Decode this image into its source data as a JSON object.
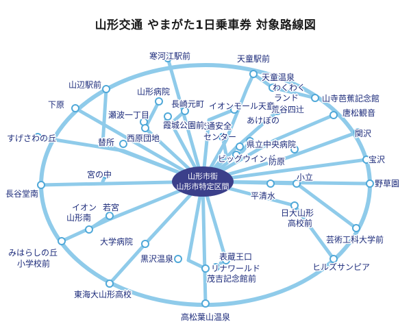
{
  "title": "山形交通 やまがた1日乗車券 対象路線図",
  "center": {
    "line1": "山形市街",
    "line2": "山形市特定区間"
  },
  "colors": {
    "route": "#8fcbea",
    "stop_fill": "#ffffff",
    "stop_stroke": "#4fa8d8",
    "label": "#1b2a7a",
    "center": "#3b3f8a"
  },
  "stops": [
    {
      "label": "寒河江駅前"
    },
    {
      "label": "天童駅前"
    },
    {
      "label": "天童温泉"
    },
    {
      "label": "わくわく"
    },
    {
      "label": "ランド"
    },
    {
      "label": "山寺芭蕉記念館"
    },
    {
      "label": "唐松観音"
    },
    {
      "label": "関沢"
    },
    {
      "label": "宝沢"
    },
    {
      "label": "野草園"
    },
    {
      "label": "芸術工科大学前"
    },
    {
      "label": "ヒルズサンピア"
    },
    {
      "label": "高松葉山温泉"
    },
    {
      "label": "東海大山形高校"
    },
    {
      "label": "みはらしの丘"
    },
    {
      "label": "小学校前"
    },
    {
      "label": "長谷堂南"
    },
    {
      "label": "すげさわの丘"
    },
    {
      "label": "下原"
    },
    {
      "label": "山辺駅前"
    },
    {
      "label": "山形病院"
    },
    {
      "label": "長崎元町"
    },
    {
      "label": "イオンモール天童"
    },
    {
      "label": "荒谷四辻"
    },
    {
      "label": "あけぼの"
    },
    {
      "label": "交通安全"
    },
    {
      "label": "センター"
    },
    {
      "label": "県立中央病院"
    },
    {
      "label": "ビッグウイング"
    },
    {
      "label": "瀬波一丁目"
    },
    {
      "label": "霞城公園前"
    },
    {
      "label": "西原団地"
    },
    {
      "label": "替所"
    },
    {
      "label": "宮の中"
    },
    {
      "label": "防原"
    },
    {
      "label": "小立"
    },
    {
      "label": "平清水"
    },
    {
      "label": "日大山形"
    },
    {
      "label": "高校前"
    },
    {
      "label": "イオン"
    },
    {
      "label": "山形南"
    },
    {
      "label": "若宮"
    },
    {
      "label": "大学病院"
    },
    {
      "label": "黒沢温泉"
    },
    {
      "label": "表蔵王口"
    },
    {
      "label": "リナワールド"
    },
    {
      "label": "茂吉記念館前"
    }
  ]
}
